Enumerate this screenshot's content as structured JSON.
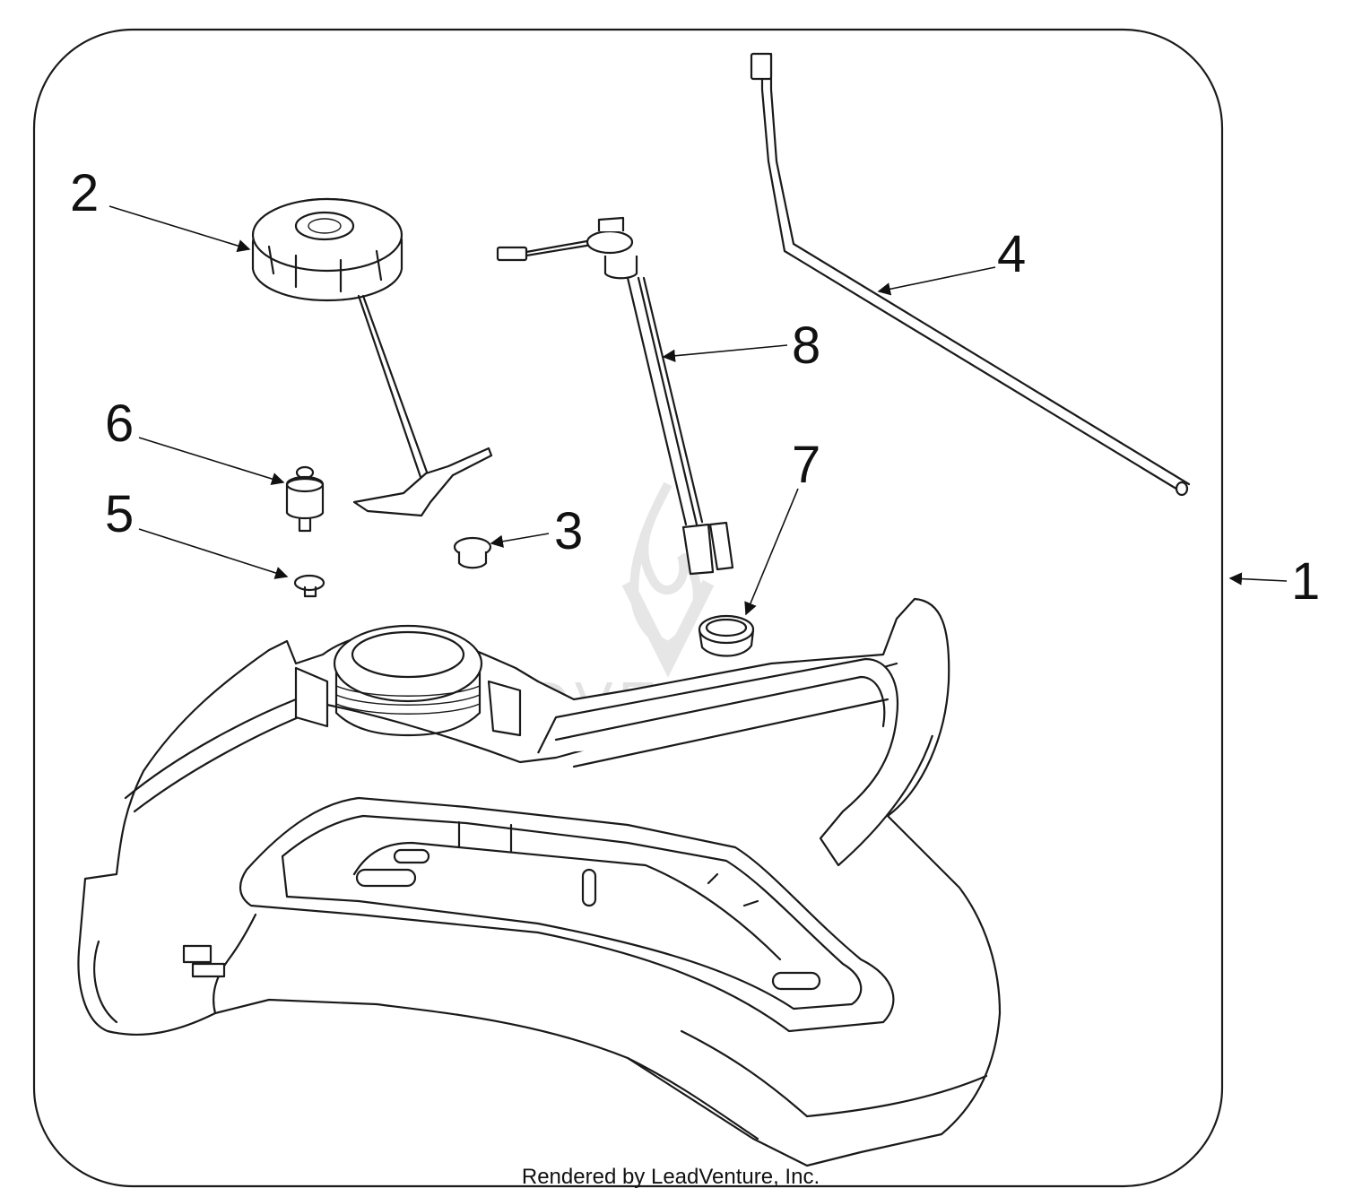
{
  "callouts": [
    {
      "id": "1",
      "label": "1"
    },
    {
      "id": "2",
      "label": "2"
    },
    {
      "id": "3",
      "label": "3"
    },
    {
      "id": "4",
      "label": "4"
    },
    {
      "id": "5",
      "label": "5"
    },
    {
      "id": "6",
      "label": "6"
    },
    {
      "id": "7",
      "label": "7"
    },
    {
      "id": "8",
      "label": "8"
    }
  ],
  "footer": "Rendered by LeadVenture, Inc.",
  "watermark": "ADVENTURE",
  "colors": {
    "line": "#1a1a1a",
    "watermark": "#e2e2e2",
    "background": "#ffffff"
  }
}
